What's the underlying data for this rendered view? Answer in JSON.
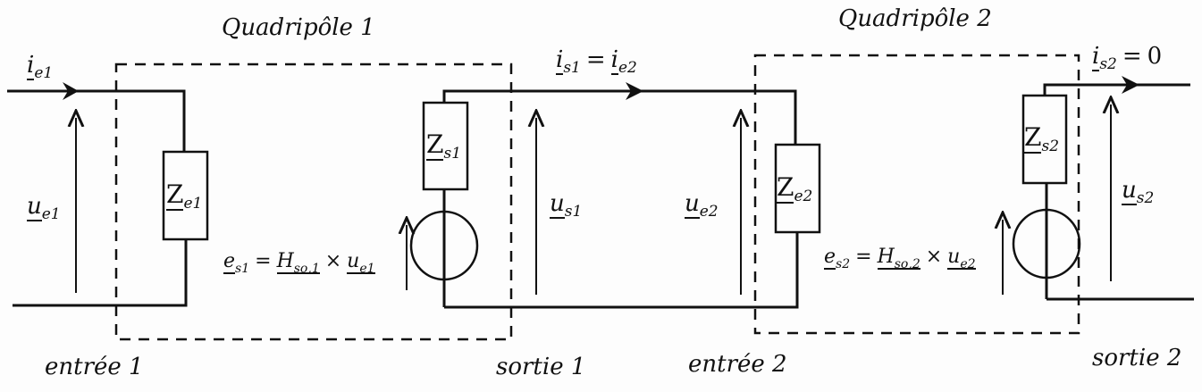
{
  "titles": {
    "quadripole_1": "Quadripôle 1",
    "quadripole_2": "Quadripôle 2"
  },
  "ports": {
    "entree_1": "entrée 1",
    "sortie_1": "sortie 1",
    "entree_2": "entrée 2",
    "sortie_2": "sortie 2"
  },
  "symbols": {
    "i_e1": {
      "sym": "i",
      "sub": "e1"
    },
    "u_e1": {
      "sym": "u",
      "sub": "e1"
    },
    "Z_e1": {
      "sym": "Z",
      "sub": "e1"
    },
    "Z_s1": {
      "sym": "Z",
      "sub": "s1"
    },
    "u_s1": {
      "sym": "u",
      "sub": "s1"
    },
    "i_s1": {
      "sym": "i",
      "sub": "s1"
    },
    "i_e2": {
      "sym": "i",
      "sub": "e2"
    },
    "u_e2": {
      "sym": "u",
      "sub": "e2"
    },
    "Z_e2": {
      "sym": "Z",
      "sub": "e2"
    },
    "Z_s2": {
      "sym": "Z",
      "sub": "s2"
    },
    "u_s2": {
      "sym": "u",
      "sub": "s2"
    },
    "i_s2": {
      "sym": "i",
      "sub": "s2"
    }
  },
  "equations": {
    "eq_sign": "=",
    "times_sign": "×",
    "is2_value": "0",
    "es1": {
      "e": "e",
      "e_sub": "s1",
      "H": "H",
      "H_sub": "so,1",
      "u": "u",
      "u_sub": "e1"
    },
    "es2": {
      "e": "e",
      "e_sub": "s2",
      "H": "H",
      "H_sub": "so,2",
      "u": "u",
      "u_sub": "e2"
    }
  }
}
